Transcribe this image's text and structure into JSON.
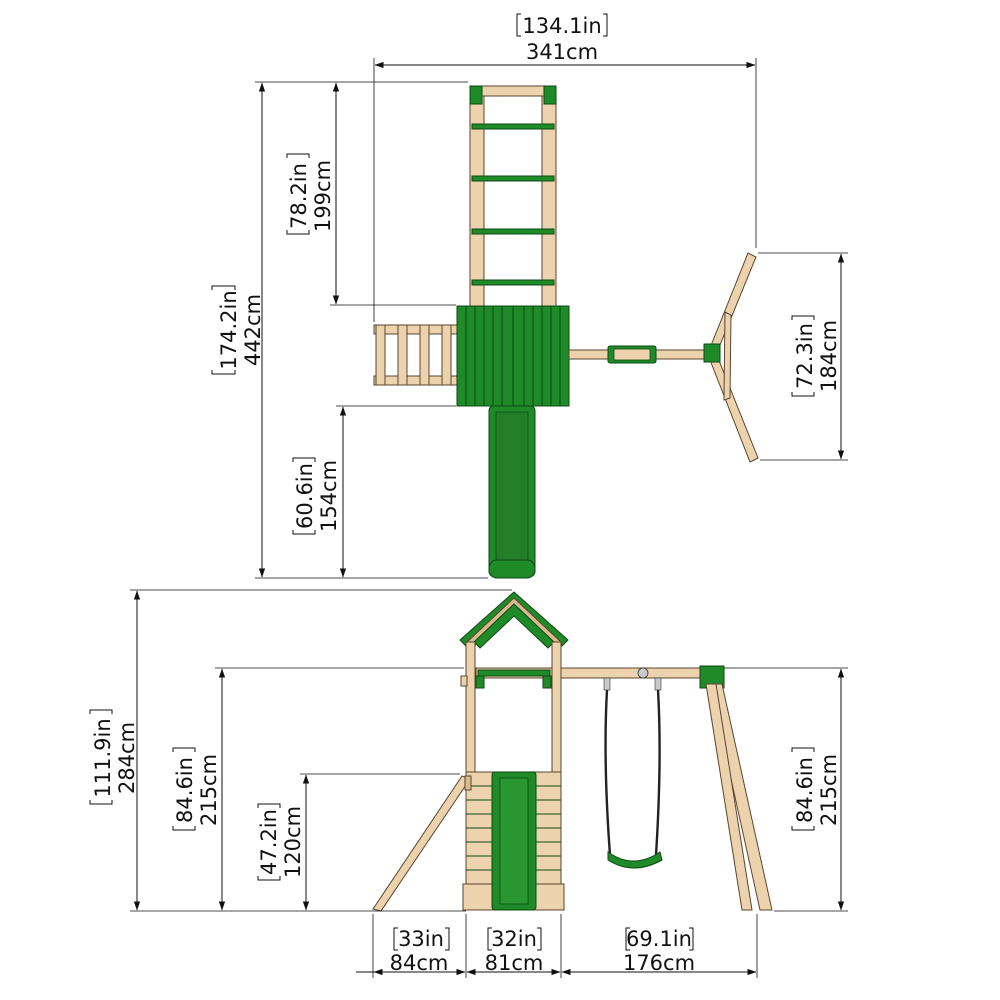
{
  "colors": {
    "wood": "#ecd3ad",
    "green": "#1f8a28",
    "dimension": "#111111"
  },
  "top_view": {
    "overall_width": {
      "inches": "134.1in",
      "cm": "341cm"
    },
    "overall_length": {
      "inches": "174.2in",
      "cm": "442cm"
    },
    "ladder_length": {
      "inches": "78.2in",
      "cm": "199cm"
    },
    "slide_length": {
      "inches": "60.6in",
      "cm": "154cm"
    },
    "swing_frame_width": {
      "inches": "72.3in",
      "cm": "184cm"
    }
  },
  "side_view": {
    "total_height": {
      "inches": "111.9in",
      "cm": "284cm"
    },
    "tower_height": {
      "inches": "84.6in",
      "cm": "215cm"
    },
    "platform_height": {
      "inches": "47.2in",
      "cm": "120cm"
    },
    "swing_height": {
      "inches": "84.6in",
      "cm": "215cm"
    },
    "ladder_depth": {
      "inches": "33in",
      "cm": "84cm"
    },
    "tower_width": {
      "inches": "32in",
      "cm": "81cm"
    },
    "swing_depth": {
      "inches": "69.1in",
      "cm": "176cm"
    }
  }
}
